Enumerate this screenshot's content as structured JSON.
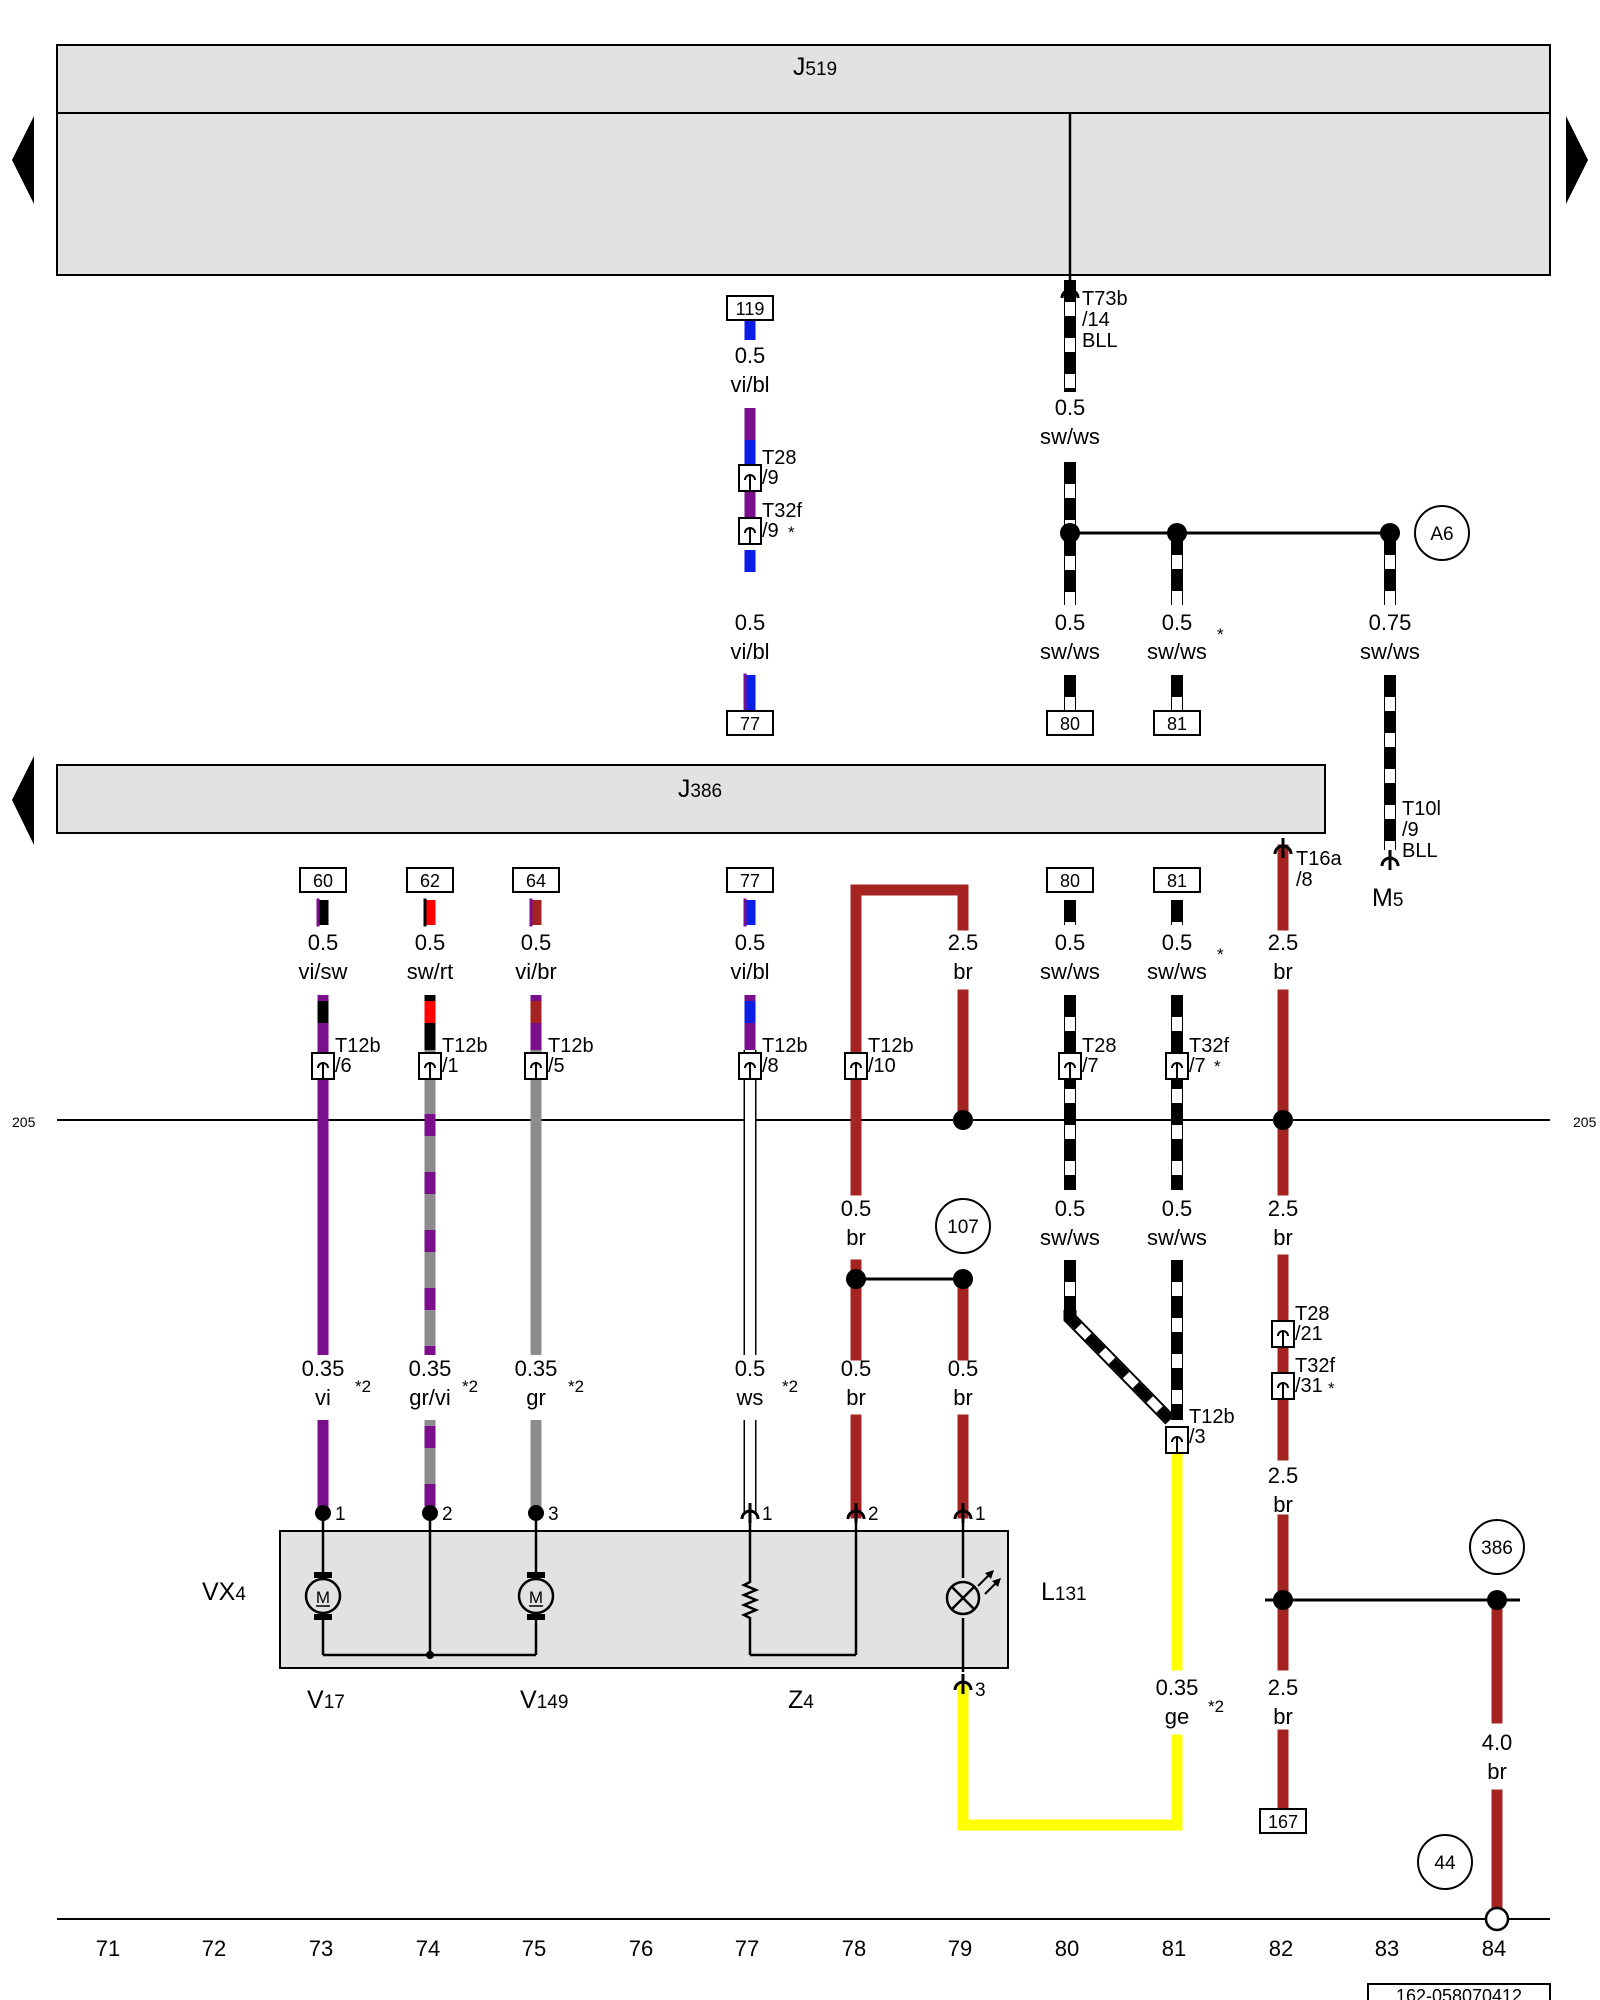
{
  "diagram_number": "162-058070412",
  "page_ref_left": "205",
  "page_ref_right": "205",
  "columns": [
    "71",
    "72",
    "73",
    "74",
    "75",
    "76",
    "77",
    "78",
    "79",
    "80",
    "81",
    "82",
    "83",
    "84"
  ],
  "components": {
    "j519": {
      "main": "J",
      "sub": "519"
    },
    "j386": {
      "main": "J",
      "sub": "386"
    },
    "vx4": {
      "main": "VX",
      "sub": "4"
    },
    "l131": {
      "main": "L",
      "sub": "131"
    },
    "v17": {
      "main": "V",
      "sub": "17"
    },
    "v149": {
      "main": "V",
      "sub": "149"
    },
    "z4": {
      "main": "Z",
      "sub": "4"
    },
    "m5": {
      "main": "M",
      "sub": "5"
    }
  },
  "motor_symbol": "M",
  "star": "*",
  "ref_boxes": {
    "b119": "119",
    "b77top": "77",
    "b80": "80",
    "b81": "81",
    "c60": "60",
    "c62": "62",
    "c64": "64",
    "c77": "77",
    "c80": "80",
    "c81": "81",
    "b167": "167"
  },
  "circles": {
    "a6": "A6",
    "r107": "107",
    "r386": "386",
    "r44": "44"
  },
  "wires": {
    "w119": [
      "0.5",
      "vi/bl"
    ],
    "w77a": [
      "0.5",
      "vi/bl"
    ],
    "w80top": [
      "0.5",
      "sw/ws"
    ],
    "w80mid": [
      "0.5",
      "sw/ws"
    ],
    "w81mid": [
      "0.5",
      "sw/ws"
    ],
    "w84mid": [
      "0.75",
      "sw/ws"
    ],
    "w73": [
      "0.5",
      "vi/sw"
    ],
    "w74": [
      "0.5",
      "sw/rt"
    ],
    "w75": [
      "0.5",
      "vi/br"
    ],
    "w77b": [
      "0.5",
      "vi/bl"
    ],
    "w79a": [
      "2.5",
      "br"
    ],
    "w80b": [
      "0.5",
      "sw/ws"
    ],
    "w81b": [
      "0.5",
      "sw/ws"
    ],
    "w82a": [
      "2.5",
      "br"
    ],
    "w78c": [
      "0.5",
      "br"
    ],
    "w80c": [
      "0.5",
      "sw/ws"
    ],
    "w81c": [
      "0.5",
      "sw/ws"
    ],
    "w82c": [
      "2.5",
      "br"
    ],
    "w73d": [
      "0.35",
      "vi"
    ],
    "w74d": [
      "0.35",
      "gr/vi"
    ],
    "w75d": [
      "0.35",
      "gr"
    ],
    "w77d": [
      "0.5",
      "ws"
    ],
    "w78d": [
      "0.5",
      "br"
    ],
    "w79d": [
      "0.5",
      "br"
    ],
    "w82d": [
      "2.5",
      "br"
    ],
    "w81e": [
      "0.35",
      "ge"
    ],
    "w82e": [
      "2.5",
      "br"
    ],
    "w84e": [
      "4.0",
      "br"
    ]
  },
  "connectors": {
    "t73b": [
      "T73b",
      "/14",
      "BLL"
    ],
    "t28_9": [
      "T28",
      "/9"
    ],
    "t32f_9": [
      "T32f",
      "/9"
    ],
    "t10l": [
      "T10l",
      "/9",
      "BLL"
    ],
    "t16a": [
      "T16a",
      "/8"
    ],
    "t12b_6": [
      "T12b",
      "/6"
    ],
    "t12b_1": [
      "T12b",
      "/1"
    ],
    "t12b_5": [
      "T12b",
      "/5"
    ],
    "t12b_8": [
      "T12b",
      "/8"
    ],
    "t12b_10": [
      "T12b",
      "/10"
    ],
    "t28_7": [
      "T28",
      "/7"
    ],
    "t32f_7": [
      "T32f",
      "/7"
    ],
    "t28_21": [
      "T28",
      "/21"
    ],
    "t32f_31": [
      "T32f",
      "/31"
    ],
    "t12b_3": [
      "T12b",
      "/3"
    ]
  },
  "notes": {
    "n73": "*2",
    "n74": "*2",
    "n75": "*2",
    "n77": "*2",
    "n81e": "*2"
  },
  "pins": {
    "p73": "1",
    "p74": "2",
    "p75": "3",
    "p77": "1",
    "p78": "2",
    "p79": "1",
    "p79b": "3"
  },
  "colors": {
    "vi": "#7a0e8c",
    "bl": "#0a1ee6",
    "sw": "#000000",
    "ws": "#ffffff",
    "rt": "#ff0000",
    "br": "#a52422",
    "gr": "#8c8c8c",
    "ge": "#ffff00",
    "panel": "#e2e2e2"
  }
}
